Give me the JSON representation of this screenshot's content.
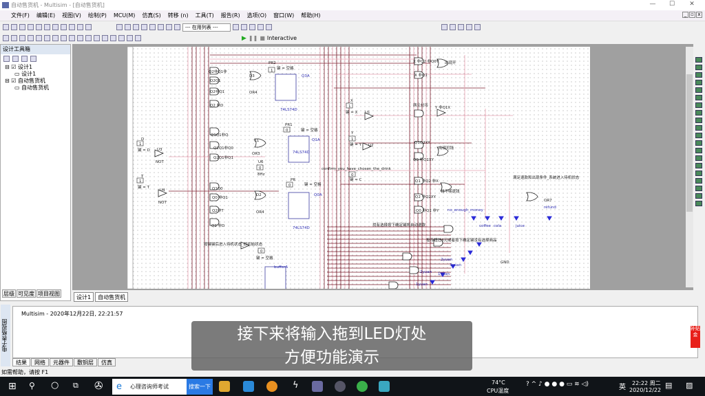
{
  "window": {
    "title": "自动售货机 - Multisim - [自动售货机]",
    "minimize": "—",
    "maximize": "☐",
    "close": "✕"
  },
  "menu": [
    "文件(F)",
    "编辑(E)",
    "视图(V)",
    "绘制(P)",
    "MCU(M)",
    "仿真(S)",
    "转移 (n)",
    "工具(T)",
    "报告(R)",
    "选项(O)",
    "窗口(W)",
    "帮助(H)"
  ],
  "toolbar": {
    "in_use_list": "--- 在用列表 ---",
    "sim_mode": "Interactive"
  },
  "design_toolbox": {
    "title": "设计工具箱",
    "tree": [
      "设计1",
      "设计1",
      "自动售货机",
      "自动售货机"
    ],
    "tabs": [
      "层级",
      "可见度",
      "项目视图"
    ]
  },
  "doc_tabs": [
    "设计1",
    "自动售货机"
  ],
  "schematic": {
    "labels": [
      "Q2非Q1非",
      "Q2Q1",
      "Q2非Q1",
      "Q2 非D",
      "D3",
      "OR4",
      "PR2",
      "键 = 空格",
      "Q3A",
      "74LS74D",
      "PR1",
      "键 = 空格",
      "Q1A",
      "74LS74D",
      "Q1Q1非Q",
      "Q2Q1非Q0",
      "Q2Q1非Q1",
      "C1",
      "OR3",
      "D",
      "键 = D",
      "U3",
      "NOT",
      "U6",
      "8Hz",
      "T",
      "键 = T",
      "U4",
      "NOT",
      "Q1Q0",
      "Q0 非Q1",
      "Q2非T",
      "Q2 非D",
      "D2",
      "OR4",
      "PR",
      "键 = 空格",
      "Q0A",
      "74LS74D",
      "按键键后进入待机状态_即初始状态",
      "键 = 空格",
      "bufferA",
      "X",
      "键 = X",
      "Y",
      "键 = Y",
      "U1",
      "U2",
      "confirm_you_have_chosen_the_drink",
      "键 = C",
      "X 非Q2 非Q0T",
      "X 非Q1",
      "出现开",
      "两元付币",
      "Y 非Q1X",
      "Q1Q2XY",
      "Q0 非Q1XY",
      "出现可钱",
      "Q1 非Q2 非X",
      "Q2 非Q2XY",
      "Q0 非Q1 非Y",
      "钱不够退钱",
      "no_enough_money",
      "coffee",
      "cola",
      "juice",
      "满足退款和出现条件_系统进入待机状态",
      "OR7",
      "refund",
      "找有选择按下确定键将自动退款",
      "投币超过3元或者按下确定键没有选择商品",
      "GND",
      "2yuan",
      "3yuan",
      "1yuan",
      "2yuan",
      "1yuan"
    ],
    "switch_values": [
      "1",
      "1",
      "1",
      "0",
      "0",
      "1",
      "1",
      "0",
      "0",
      "0"
    ]
  },
  "spreadsheet": {
    "title": "电子表格视图",
    "log": "Multisim  -  2020年12月22日, 22:21:57",
    "tabs": [
      "结果",
      "网络",
      "元器件",
      "敷铜层",
      "仿真"
    ]
  },
  "status_bar": "如需帮助，请按 F1",
  "subtitle": [
    "接下来将输入拖到LED灯处",
    "方便功能演示"
  ],
  "red_tag": "补贴金",
  "taskbar": {
    "browser_tab": "心理咨询师考试",
    "search_button": "搜索一下",
    "temp": "74°C",
    "temp_label": "CPU温度",
    "ime": "英",
    "time": "22:22 周二",
    "date": "2020/12/22"
  }
}
